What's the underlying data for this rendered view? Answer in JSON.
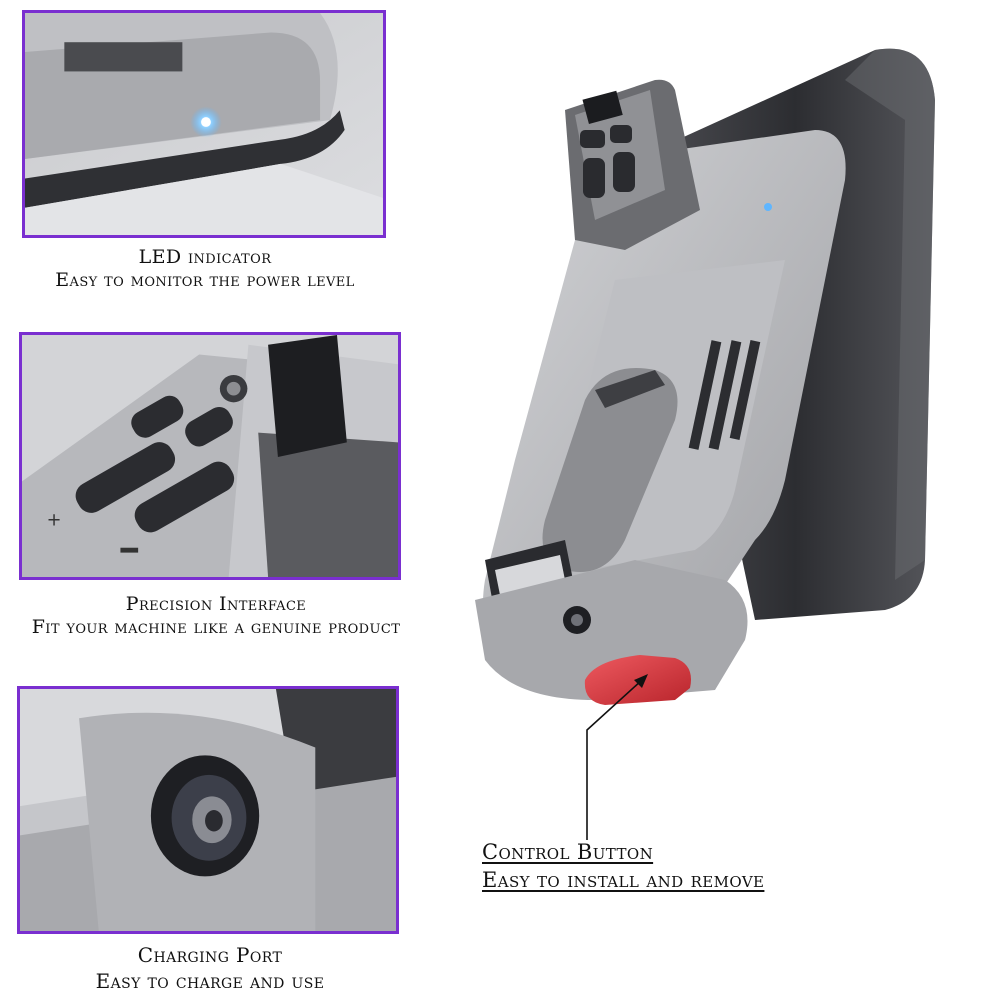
{
  "colors": {
    "panel_border": "#7a2fd0",
    "body_gray": "#b9babd",
    "dark_gray": "#3c3d41",
    "led_blue": "#5fb6ff",
    "button_red": "#d8323a"
  },
  "icons": {
    "led": "led-light-icon",
    "port": "charging-port-icon",
    "button": "red-release-button-icon"
  },
  "features": {
    "led": {
      "title": "LED indicator",
      "subtitle": "Easy to monitor the power level"
    },
    "interface": {
      "title": "Precision Interface",
      "subtitle": "Fit your machine like a genuine product"
    },
    "port": {
      "title": "Charging Port",
      "subtitle": "Easy to charge and use"
    },
    "button": {
      "title": "Control Button",
      "subtitle": "Easy to install and remove"
    }
  }
}
